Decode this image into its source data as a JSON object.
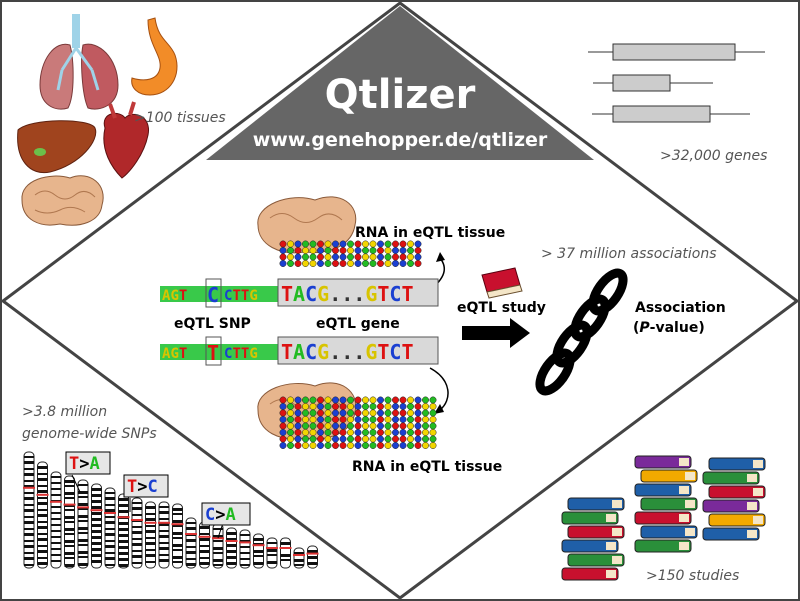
{
  "title": "Qtlizer",
  "url": "www.genehopper.de/qtlizer",
  "corners": {
    "tissues": ">100 tissues",
    "genes": ">32,000 genes",
    "snps_line1": ">3.8 million",
    "snps_line2": "genome-wide SNPs",
    "studies": ">150 studies"
  },
  "center": {
    "rna_top": "RNA in eQTL tissue",
    "rna_bottom": "RNA in eQTL tissue",
    "snp_label": "eQTL SNP",
    "gene_label": "eQTL gene",
    "study_label": "eQTL study",
    "associations": "> 37 million associations",
    "association_line1": "Association",
    "association_line2_pre": "(",
    "association_line2_p": "P",
    "association_line2_post": "-value)"
  },
  "sequences": {
    "top": {
      "left": "AGT",
      "snp": "C",
      "mid": "CTTG",
      "gene_start": "TACG",
      "dots": "...",
      "gene_end": "GTCT"
    },
    "bottom": {
      "left": "AGT",
      "snp": "T",
      "mid": "CTTG",
      "gene_start": "TACG",
      "dots": "...",
      "gene_end": "GTCT"
    }
  },
  "mutations": [
    "T>A",
    "T>C",
    "C>A"
  ],
  "colors": {
    "triangle": "#666666",
    "frame": "#444444",
    "A": "#22bb22",
    "C": "#1a3fd1",
    "G": "#d8c400",
    "T": "#dd1111",
    "gene_box": "#d9d9d9"
  }
}
